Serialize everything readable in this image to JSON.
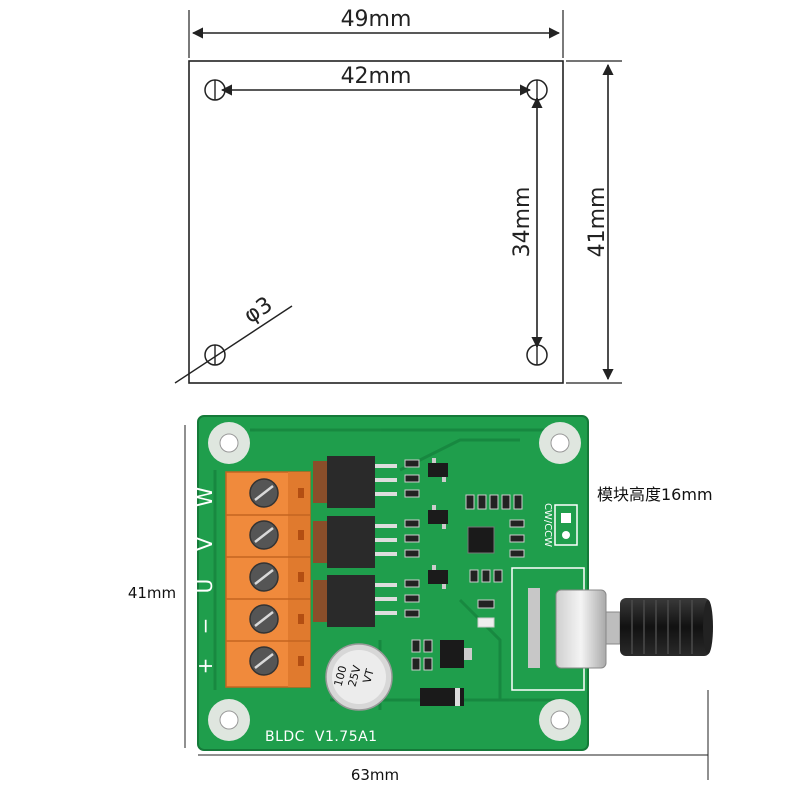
{
  "top_drawing": {
    "width_label": "49mm",
    "hole_spacing_label": "42mm",
    "vertical_hole_spacing_label": "34mm",
    "height_label": "41mm",
    "hole_diameter_label": "φ3"
  },
  "board": {
    "height_label": "41mm",
    "length_label": "63mm",
    "module_height_label": "模块高度16mm",
    "silkscreen_model": "BLDC  V1.75A1",
    "terminal_labels": [
      "W",
      "V",
      "U",
      "−",
      "+"
    ],
    "jumper_label": "CW/CCW",
    "capacitor_text": [
      "100",
      "25V",
      "VT"
    ],
    "colors": {
      "pcb": "#1f9e4c",
      "terminal": "#f08a3c",
      "mosfet": "#2a2a2a",
      "silkscreen": "#ffffff"
    }
  }
}
